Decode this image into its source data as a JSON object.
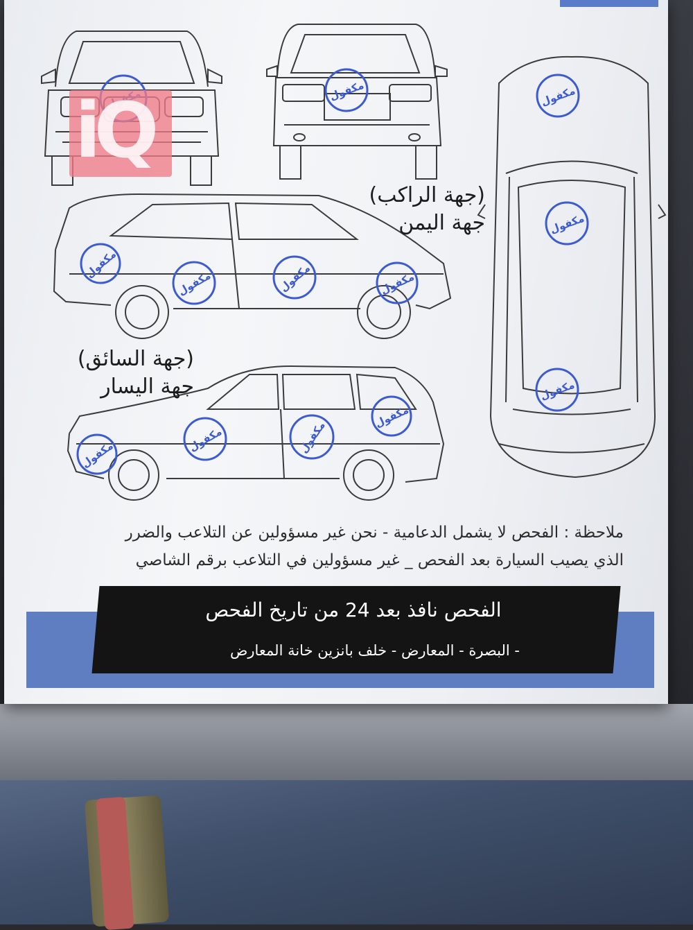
{
  "watermark": {
    "logo_text": "iQ"
  },
  "stamps": {
    "text": "مكفول",
    "color": "#3d5bd0"
  },
  "labels": {
    "right_side": {
      "line1": "(جهة الراكب)",
      "line2": "جهة اليمن"
    },
    "left_side": {
      "line1": "(جهة السائق)",
      "line2": "جهة اليسار"
    }
  },
  "notes": {
    "line1": "ملاحظة : الفحص لا يشمل الدعامية - نحن غير مسؤولين عن التلاعب والضرر",
    "line2": "الذي يصيب السيارة بعد الفحص _ غير مسؤولين في التلاعب برقم الشاصي"
  },
  "footer": {
    "validity": "الفحص نافذ بعد 24 من تاريخ الفحص",
    "address": "- البصرة - المعارض - خلف بانزين خانة المعارض"
  },
  "colors": {
    "accent_blue": "#5f7ec2",
    "banner_black": "#141414",
    "stamp_blue": "#3d5bd0"
  }
}
